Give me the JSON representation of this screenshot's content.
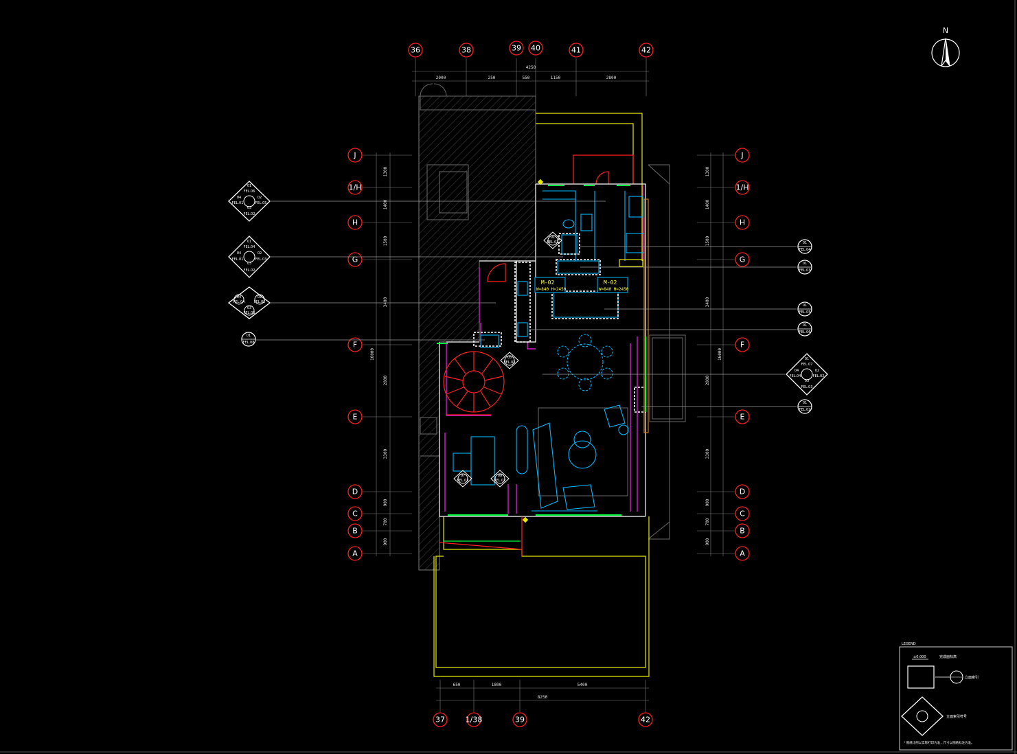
{
  "drawing": {
    "north_label": "N",
    "grid_top": [
      "36",
      "38",
      "39",
      "40",
      "41",
      "42"
    ],
    "grid_bottom": [
      "37",
      "1/38",
      "39",
      "42"
    ],
    "grid_left": [
      "J",
      "1/H",
      "H",
      "G",
      "F",
      "E",
      "D",
      "C",
      "B",
      "A"
    ],
    "grid_right": [
      "J",
      "1/H",
      "H",
      "G",
      "F",
      "E",
      "D",
      "C",
      "B",
      "A"
    ],
    "dims_top_overall": "4250",
    "dims_top": [
      "2000",
      "250",
      "550",
      "1150",
      "2800"
    ],
    "dims_bottom": [
      "650",
      "1800",
      "5400"
    ],
    "dims_bottom_overall": "8250",
    "dims_left": [
      "1300",
      "1400",
      "1500",
      "3400",
      "2800",
      "3300",
      "900",
      "700",
      "900"
    ],
    "dims_left_overall": "16000",
    "dims_right": [
      "1300",
      "1400",
      "1500",
      "3400",
      "2800",
      "3300",
      "900",
      "700",
      "900"
    ],
    "dims_right_overall": "16000"
  },
  "door_labels": [
    {
      "code": "M-02",
      "size": "W=840 H=2450"
    },
    {
      "code": "M-02",
      "size": "W=840 H=2450"
    }
  ],
  "elevation_markers_left": [
    {
      "labels": [
        "01",
        "02",
        "03",
        "04"
      ],
      "refs": [
        "FEL.06",
        "FEL.05",
        "FEL.02",
        "FEL.01"
      ]
    },
    {
      "labels": [
        "01",
        "02",
        "03",
        "04"
      ],
      "refs": [
        "FEL.04",
        "FEL.03",
        "FEL.02",
        "FEL.01"
      ]
    },
    {
      "labels": [
        "02",
        "03",
        "04"
      ],
      "refs": [
        "FEL.02",
        "FEL.03",
        "FEL.04"
      ]
    }
  ],
  "elevation_tag_left": {
    "num": "01",
    "ref": "FEL.08"
  },
  "elevation_markers_right": [
    {
      "labels": [
        "01",
        "02",
        "03",
        "04"
      ],
      "refs": [
        "FEL.07",
        "FEL.02",
        "FEL.03",
        "FEL.04"
      ]
    }
  ],
  "tags_right": [
    {
      "num": "01",
      "ref": "FEL.04"
    },
    {
      "num": "01",
      "ref": "FEL.03"
    },
    {
      "num": "01",
      "ref": "FEL.05"
    },
    {
      "num": "01",
      "ref": "FEL.06"
    },
    {
      "num": "01",
      "ref": "FEL.02"
    }
  ],
  "tags_inside": [
    {
      "num": "01",
      "ref": "FEL.01"
    },
    {
      "num": "05",
      "ref": "FEL.03"
    },
    {
      "num": "07",
      "ref": "FEL.03"
    },
    {
      "num": "08",
      "ref": "FEL.02"
    }
  ],
  "legend": {
    "title": "LEGEND",
    "level": "±0.000",
    "level_note": "完成面标高",
    "tag_note": "立面索引",
    "index_note": "立面索引符号",
    "footnote": "* 图纸比例以实际打印为准，尺寸以图纸标注为准。"
  },
  "colors": {
    "grid_bubble": "#ff2020",
    "walls": "#ffffff",
    "furniture": "#00b8ff",
    "windows": "#00ff40",
    "outline": "#e8e800",
    "partition": "#ff20ff"
  }
}
